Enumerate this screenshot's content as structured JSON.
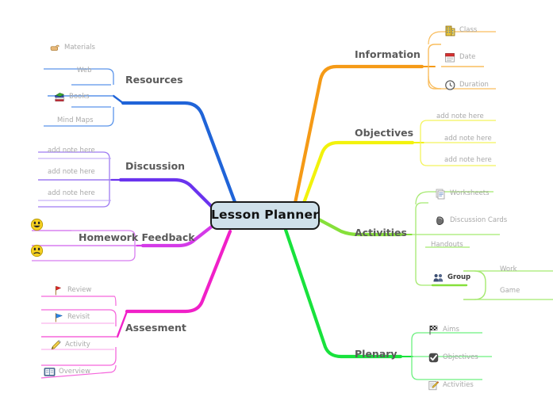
{
  "map": {
    "root": {
      "label": "Lesson Planner"
    },
    "colors": {
      "resources": "#2064d8",
      "discussion": "#6a33ee",
      "homework_feedback": "#d43ae8",
      "assesment": "#f020c8",
      "information": "#f59a16",
      "objectives": "#f2f20c",
      "activities": "#86e03a",
      "plenary": "#18e23c"
    },
    "branches": [
      {
        "id": "resources",
        "label": "Resources",
        "side": "left",
        "children": [
          {
            "label": "Materials",
            "icon": "hand-pointing-icon"
          },
          {
            "label": "Web",
            "icon": "none"
          },
          {
            "label": "Books",
            "icon": "books-stack-icon"
          },
          {
            "label": "Mind Maps",
            "icon": "none"
          }
        ]
      },
      {
        "id": "discussion",
        "label": "Discussion",
        "side": "left",
        "children": [
          {
            "label": "add note here",
            "icon": "none"
          },
          {
            "label": "add note here",
            "icon": "none"
          },
          {
            "label": "add note here",
            "icon": "none"
          }
        ]
      },
      {
        "id": "homework_feedback",
        "label": "Homework Feedback",
        "side": "left",
        "children": [
          {
            "label": "",
            "icon": "smiley-happy-icon"
          },
          {
            "label": "",
            "icon": "smiley-sad-icon"
          }
        ]
      },
      {
        "id": "assesment",
        "label": "Assesment",
        "side": "left",
        "children": [
          {
            "label": "Review",
            "icon": "red-flag-icon"
          },
          {
            "label": "Revisit",
            "icon": "blue-flag-icon"
          },
          {
            "label": "Activity",
            "icon": "pencil-icon"
          },
          {
            "label": "Overview",
            "icon": "open-book-icon"
          }
        ]
      },
      {
        "id": "information",
        "label": "Information",
        "side": "right",
        "children": [
          {
            "label": "Class",
            "icon": "building-icon"
          },
          {
            "label": "Date",
            "icon": "calendar-icon"
          },
          {
            "label": "Duration",
            "icon": "clock-icon"
          }
        ]
      },
      {
        "id": "objectives",
        "label": "Objectives",
        "side": "right",
        "children": [
          {
            "label": "add note here",
            "icon": "none"
          },
          {
            "label": "add note here",
            "icon": "none"
          },
          {
            "label": "add note here",
            "icon": "none"
          }
        ]
      },
      {
        "id": "activities",
        "label": "Activities",
        "side": "right",
        "children": [
          {
            "label": "Worksheets",
            "icon": "document-icon"
          },
          {
            "label": "Discussion Cards",
            "icon": "card-icon"
          },
          {
            "label": "Handouts",
            "icon": "none"
          },
          {
            "label": "Group",
            "icon": "people-icon",
            "dark": true,
            "children": [
              {
                "label": "Work",
                "icon": "none"
              },
              {
                "label": "Game",
                "icon": "none"
              }
            ]
          }
        ]
      },
      {
        "id": "plenary",
        "label": "Plenary",
        "side": "right",
        "children": [
          {
            "label": "Aims",
            "icon": "checkered-flag-icon"
          },
          {
            "label": "Objectives",
            "icon": "checkmark-box-icon"
          },
          {
            "label": "Activities",
            "icon": "note-pencil-icon"
          }
        ]
      }
    ]
  }
}
